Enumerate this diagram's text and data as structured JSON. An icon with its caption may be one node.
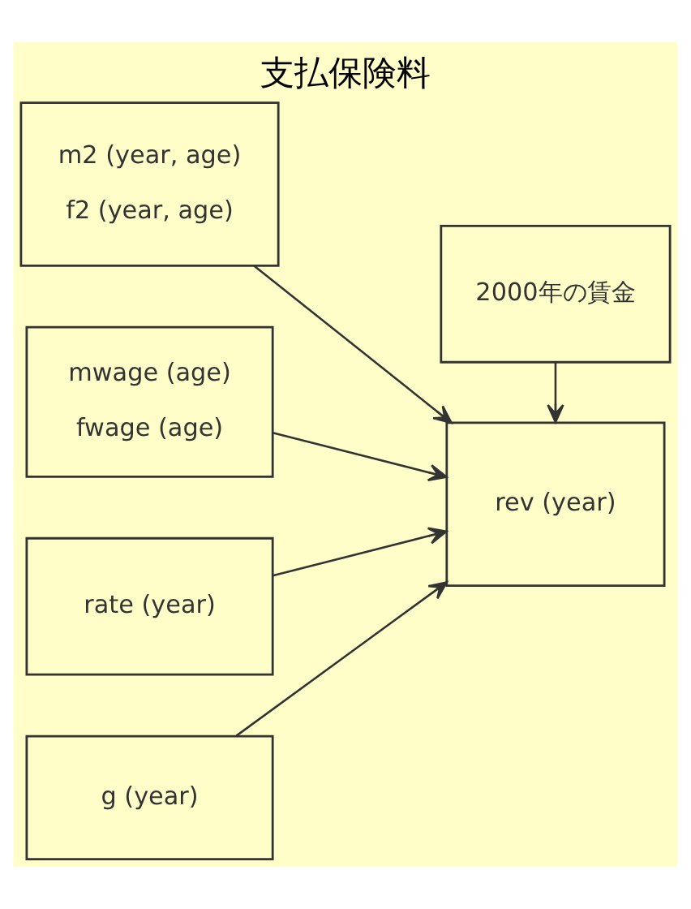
{
  "diagram": {
    "title": "支払保険料",
    "nodes": [
      {
        "text": [
          "m2 (year, age)",
          "f2 (year, age)"
        ]
      },
      {
        "text": [
          "2000年の賃金"
        ]
      },
      {
        "text": [
          "mwage (age)",
          "fwage (age)"
        ]
      },
      {
        "text": [
          "rev (year)"
        ]
      },
      {
        "text": [
          "rate (year)"
        ]
      },
      {
        "text": [
          "g (year)"
        ]
      }
    ],
    "edges": [
      {
        "from": 0,
        "to": 3,
        "arrow": "to"
      },
      {
        "from": 1,
        "to": 3,
        "arrow": "to"
      },
      {
        "from": 2,
        "to": 3,
        "arrow": "to"
      },
      {
        "from": 4,
        "to": 3,
        "arrow": "to"
      },
      {
        "from": 5,
        "to": 3,
        "arrow": "to"
      }
    ]
  }
}
